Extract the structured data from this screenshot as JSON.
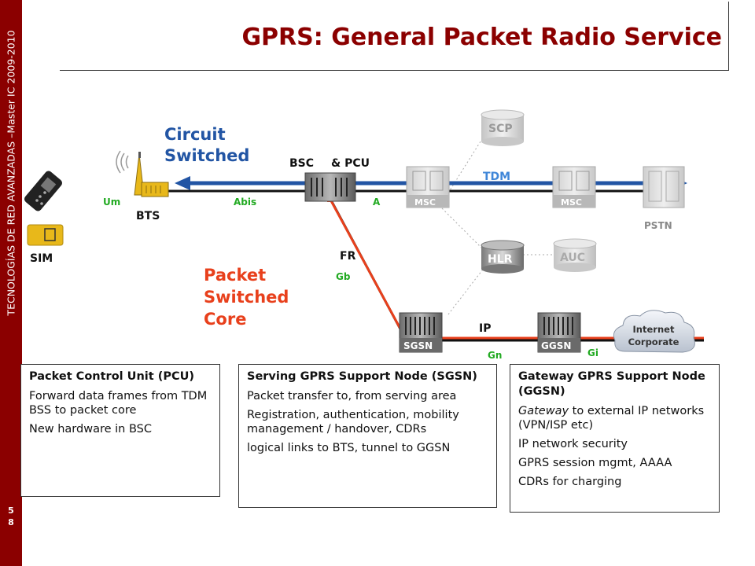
{
  "sidebar": {
    "vertical_text": "TECNOLOGÍAS DE RED AVANZADAS –Master IC 2009-2010",
    "page_digits": [
      "5",
      "8"
    ]
  },
  "title": "GPRS: General Packet Radio Service",
  "diagram": {
    "circuit_label_1": "Circuit",
    "circuit_label_2": "Switched",
    "packet_label_1": "Packet",
    "packet_label_2": "Switched",
    "packet_label_3": "Core",
    "bsc_label": "BSC",
    "pcu_label": "& PCU",
    "bts_label": "BTS",
    "sim_label": "SIM",
    "um_label": "Um",
    "abis_label": "Abis",
    "a_label": "A",
    "tdm_label": "TDM",
    "scp_label": "SCP",
    "hlr_label": "HLR",
    "auc_label": "AUC",
    "pstn_label": "PSTN",
    "msc_label_1": "MSC",
    "msc_label_2": "MSC",
    "fr_label": "FR",
    "gb_label": "Gb",
    "ip_label": "IP",
    "gn_label": "Gn",
    "gi_label": "Gi",
    "sgsn_label": "SGSN",
    "ggsn_label": "GGSN",
    "cloud_label_1": "Internet",
    "cloud_label_2": "Corporate",
    "colors": {
      "circuit": "#2255a4",
      "packet": "#e8401c",
      "interface": "#22aa22",
      "title": "#8b0000",
      "tdm": "#3f86d8"
    }
  },
  "boxes": {
    "pcu": {
      "title": "Packet Control Unit (PCU)",
      "lines": [
        "Forward data frames from TDM BSS to packet core",
        "New hardware in BSC"
      ]
    },
    "sgsn": {
      "title": "Serving GPRS Support Node (SGSN)",
      "lines": [
        "Packet transfer to, from serving area",
        "Registration, authentication, mobility management / handover, CDRs",
        "logical links to BTS, tunnel to GGSN"
      ]
    },
    "ggsn": {
      "title": "Gateway GPRS Support Node (GGSN)",
      "line1_em": "Gateway",
      "line1_rest": " to external IP networks (VPN/ISP etc)",
      "lines": [
        "IP network security",
        "GPRS session mgmt, AAAA",
        "CDRs for charging"
      ]
    }
  }
}
